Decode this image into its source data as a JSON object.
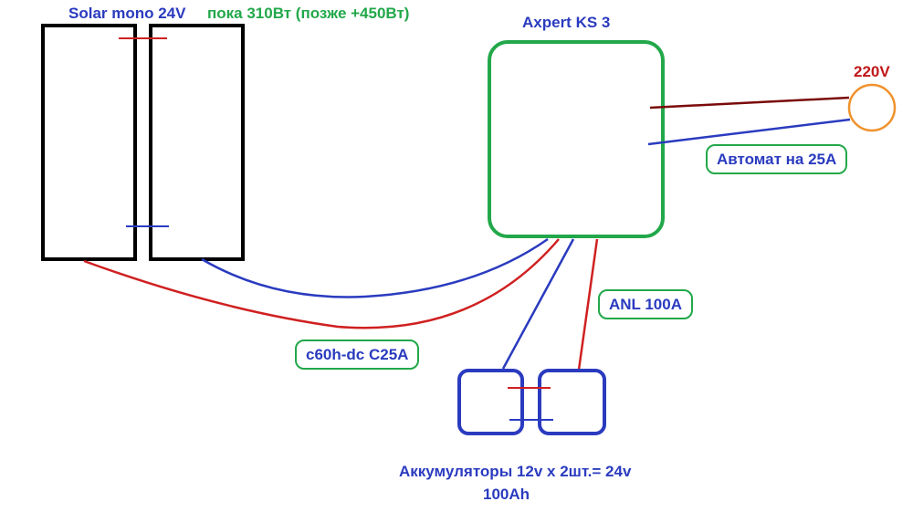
{
  "colors": {
    "panel": "#000000",
    "inverter": "#22a84a",
    "battery": "#2a3bbf",
    "positive_wire": "#d02020",
    "negative_wire": "#2a3bbf",
    "live_wire": "#7a0a0a",
    "grid": "#f0922c",
    "label_blue": "#2a3bbf",
    "label_green": "#22a84a",
    "label_red": "#c01818"
  },
  "labels": {
    "panel_model": "Solar mono 24V",
    "panel_power": "пока 310Вт (позже +450Вт)",
    "inverter_name": "Axpert KS 3",
    "grid_voltage": "220V",
    "ac_breaker": "Автомат на 25А",
    "battery_fuse": "ANL  100A",
    "pv_breaker": "c60h-dc C25A",
    "battery_bank_line1": "Аккумуляторы 12v x 2шт.= 24v",
    "battery_bank_line2": "100Ah"
  }
}
